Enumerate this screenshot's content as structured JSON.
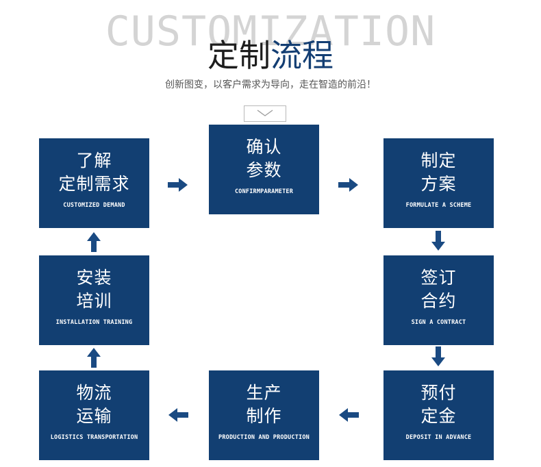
{
  "header": {
    "bg_word": "CUSTOMIZATION",
    "title_dark": "定制",
    "title_accent": "流程",
    "subtitle": "创新图变，以客户需求为导向，走在智造的前沿！"
  },
  "colors": {
    "card": "#123f72",
    "arrow": "#1a4a82",
    "accent": "#133e73",
    "bg_word": "#d4d4d4"
  },
  "icons": {
    "down_tab": "chevron-down-icon",
    "right": "arrow-right-icon",
    "left": "arrow-left-icon",
    "down": "arrow-down-icon",
    "up": "arrow-up-icon"
  },
  "steps": [
    {
      "line1": "了解",
      "line2": "定制需求",
      "en": "CUSTOMIZED DEMAND"
    },
    {
      "line1": "确认",
      "line2": "参数",
      "en": "CONFIRMPARAMETER"
    },
    {
      "line1": "制定",
      "line2": "方案",
      "en": "FORMULATE A SCHEME"
    },
    {
      "line1": "签订",
      "line2": "合约",
      "en": "SIGN A CONTRACT"
    },
    {
      "line1": "预付",
      "line2": "定金",
      "en": "DEPOSIT IN ADVANCE"
    },
    {
      "line1": "生产",
      "line2": "制作",
      "en": "PRODUCTION AND PRODUCTION"
    },
    {
      "line1": "物流",
      "line2": "运输",
      "en": "LOGISTICS TRANSPORTATION"
    },
    {
      "line1": "安装",
      "line2": "培训",
      "en": "INSTALLATION TRAINING"
    }
  ]
}
